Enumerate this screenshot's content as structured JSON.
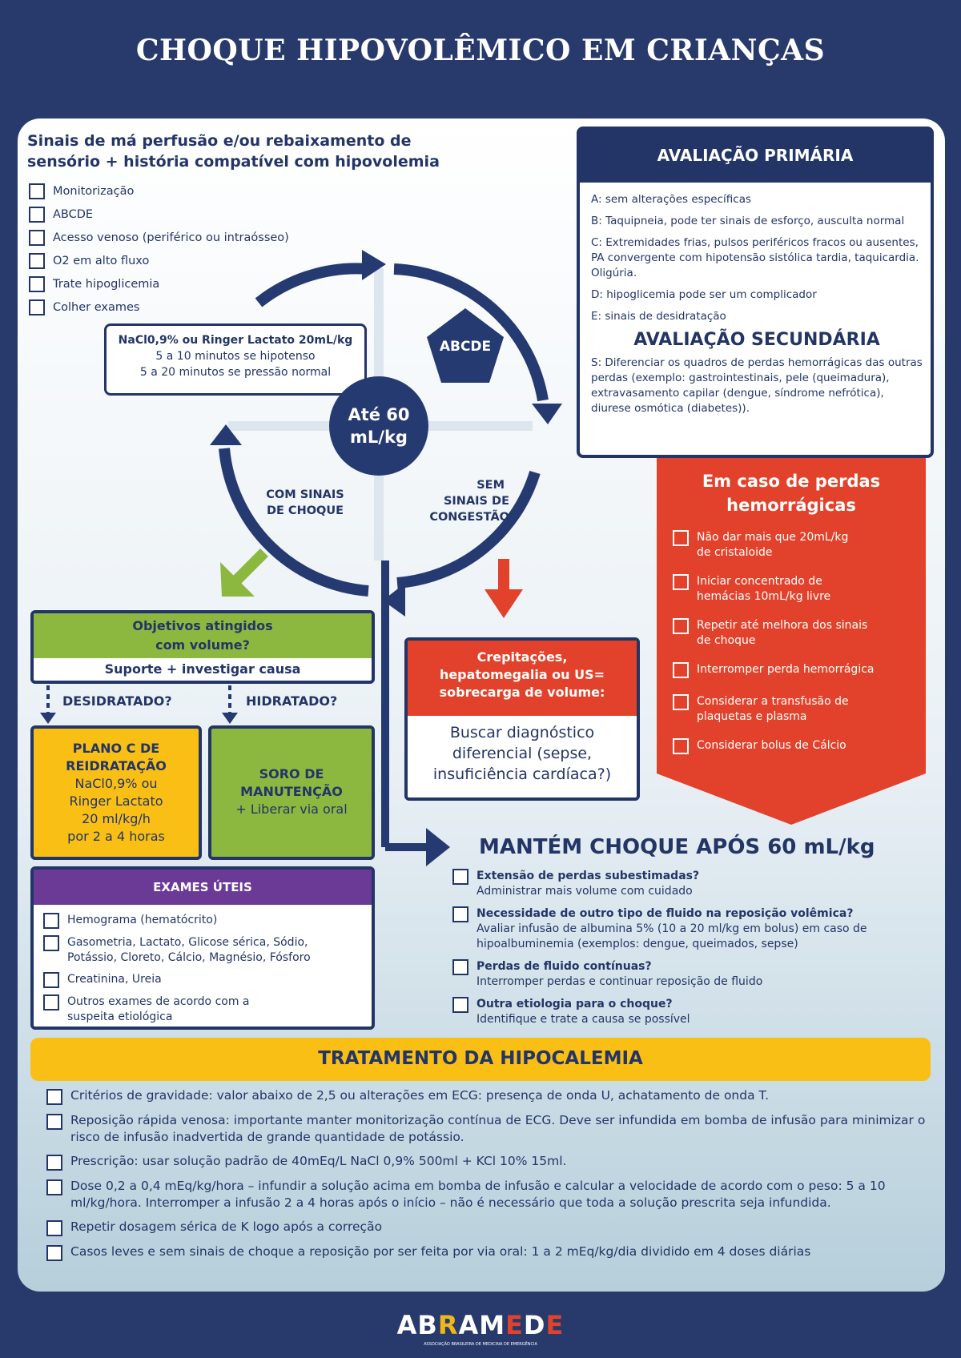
{
  "title": "CHOQUE HIPOVOLÊMICO EM CRIANÇAS",
  "intro": {
    "heading_line1": "Sinais de má perfusão e/ou rebaixamento de",
    "heading_line2": "sensório + história compatível com hipovolemia",
    "checklist": [
      "Monitorização",
      "ABCDE",
      "Acesso venoso (periférico ou intraósseo)",
      "O2 em alto fluxo",
      "Trate hipoglicemia",
      "Colher exames"
    ]
  },
  "fluid_box": {
    "line1": "NaCl0,9% ou Ringer Lactato 20mL/kg",
    "line2": "5 a 10 minutos se hipotenso",
    "line3": "5 a 20 minutos se pressão normal"
  },
  "cycle": {
    "center_line1": "Até 60",
    "center_line2": "mL/kg",
    "abcde": "ABCDE",
    "left_line1": "COM SINAIS",
    "left_line2": "DE CHOQUE",
    "right_line1": "SEM",
    "right_line2": "SINAIS DE",
    "right_line3": "CONGESTÃO"
  },
  "primary": {
    "title": "AVALIAÇÃO PRIMÁRIA",
    "items": [
      "A: sem alterações específicas",
      "B: Taquipneia, pode ter sinais de esforço, ausculta normal",
      "C: Extremidades frias, pulsos periféricos fracos ou ausentes, PA convergente com hipotensão sistólica tardia, taquicardia. Oligúria.",
      "D: hipoglicemia pode ser um complicador",
      "E: sinais de desidratação"
    ],
    "secondary_title": "AVALIAÇÃO SECUNDÁRIA",
    "secondary_text": "S: Diferenciar os quadros de perdas hemorrágicas das outras perdas (exemplo: gastrointestinais, pele (queimadura), extravasamento capilar (dengue, síndrome nefrótica), diurese osmótica (diabetes))."
  },
  "hemorrhage": {
    "title_line1": "Em caso de perdas",
    "title_line2": "hemorrágicas",
    "items": [
      {
        "l1": "Não dar mais que 20mL/kg",
        "l2": "de cristaloide"
      },
      {
        "l1": "Iniciar concentrado de",
        "l2": "hemácias 10mL/kg livre"
      },
      {
        "l1": "Repetir até melhora dos sinais",
        "l2": "de choque"
      },
      {
        "l1": "Interromper perda hemorrágica",
        "l2": ""
      },
      {
        "l1": "Considerar a transfusão de",
        "l2": "plaquetas e plasma"
      },
      {
        "l1": "Considerar bolus de Cálcio",
        "l2": ""
      }
    ]
  },
  "objectives": {
    "title_line1": "Objetivos atingidos",
    "title_line2": "com volume?",
    "subtitle": "Suporte + investigar causa",
    "dehydrated": "DESIDRATADO?",
    "hydrated": "HIDRATADO?"
  },
  "plan_c": {
    "title_line1": "PLANO C DE",
    "title_line2": "REIDRATAÇÃO",
    "line1": "NaCl0,9% ou",
    "line2": "Ringer Lactato",
    "line3": "20 ml/kg/h",
    "line4": "por  2 a 4 horas"
  },
  "soro": {
    "title_line1": "SORO DE",
    "title_line2": "MANUTENÇÃO",
    "line1": "+ Liberar via oral"
  },
  "exams": {
    "title": "EXAMES ÚTEIS",
    "items": [
      {
        "l1": "Hemograma (hematócrito)",
        "l2": ""
      },
      {
        "l1": "Gasometria, Lactato, Glicose sérica, Sódio,",
        "l2": "Potássio, Cloreto, Cálcio, Magnésio, Fósforo"
      },
      {
        "l1": "Creatinina, Ureia",
        "l2": ""
      },
      {
        "l1": "Outros exames de acordo com a",
        "l2": "suspeita etiológica"
      }
    ]
  },
  "crepitations": {
    "title_line1": "Crepitações,",
    "title_line2": "hepatomegalia ou US=",
    "title_line3": "sobrecarga de volume:",
    "line1": "Buscar diagnóstico",
    "line2": "diferencial (sepse,",
    "line3": "insuficiência cardíaca?)"
  },
  "mantem": {
    "title": "MANTÉM CHOQUE APÓS 60 mL/kg",
    "items": [
      {
        "q": "Extensão de perdas subestimadas?",
        "a": "Administrar mais volume com cuidado"
      },
      {
        "q": "Necessidade de outro tipo de fluido na reposição volêmica?",
        "a": "Avaliar infusão de albumina 5% (10 a 20 ml/kg em bolus) em caso de hipoalbuminemia (exemplos: dengue, queimados, sepse)"
      },
      {
        "q": "Perdas de fluido contínuas?",
        "a": "Interromper perdas e continuar reposição de fluido"
      },
      {
        "q": "Outra etiologia para o choque?",
        "a": "Identifique e trate a causa se possível"
      }
    ]
  },
  "hipocalemia": {
    "title": "TRATAMENTO DA HIPOCALEMIA",
    "items": [
      "Critérios de gravidade: valor abaixo de 2,5 ou alterações em ECG: presença de onda U, achatamento de onda T.",
      "Reposição rápida venosa: importante manter monitorização contínua de ECG. Deve ser infundida em bomba de infusão para minimizar o risco de infusão inadvertida de grande quantidade de potássio.",
      "Prescrição: usar solução padrão de 40mEq/L    NaCl 0,9% 500ml + KCl 10% 15ml.",
      "Dose 0,2 a 0,4 mEq/kg/hora – infundir a solução acima em bomba de infusão e calcular a velocidade de acordo com o peso: 5 a 10 ml/kg/hora. Interromper a infusão 2 a 4 horas após o início – não é necessário que toda a solução prescrita seja infundida.",
      "Repetir dosagem sérica de K logo após a correção",
      "Casos leves e sem sinais de choque a reposição por ser feita por via oral: 1 a 2 mEq/kg/dia dividido em 4 doses diárias"
    ]
  },
  "logo": {
    "letters": [
      "A",
      "B",
      "R",
      "A",
      "M",
      "E",
      "D",
      "E"
    ],
    "colors": [
      "#ffffff",
      "#ffffff",
      "#f0b71a",
      "#ffffff",
      "#ffffff",
      "#e2422b",
      "#ffffff",
      "#e2422b"
    ],
    "subtitle": "ASSOCIAÇÃO BRASILEIRA DE MEDICINA DE EMERGÊNCIA"
  },
  "colors": {
    "navy": "#233566",
    "green": "#8cb840",
    "yellow": "#f9bf15",
    "red": "#e2422b",
    "purple": "#6a3a96"
  }
}
